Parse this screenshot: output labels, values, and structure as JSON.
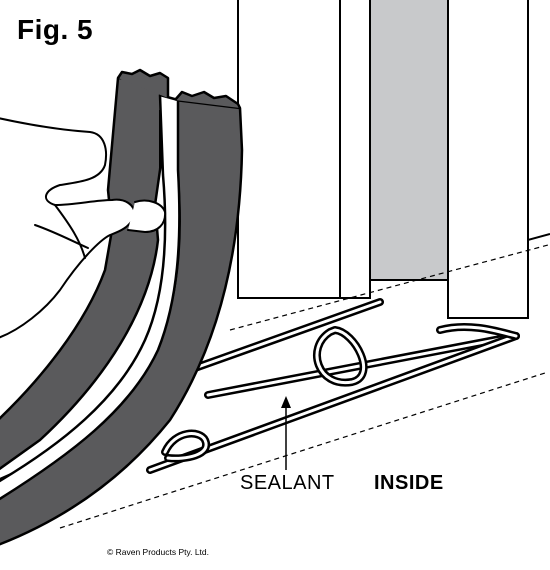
{
  "figure": {
    "label": "Fig. 5"
  },
  "labels": {
    "sealant": "SEALANT",
    "inside": "INSIDE"
  },
  "copyright": "© Raven Products Pty. Ltd.",
  "colors": {
    "seal_strip": "#5a5a5c",
    "door_panel": "#c8c9cb",
    "outline": "#000000",
    "background": "#ffffff"
  }
}
